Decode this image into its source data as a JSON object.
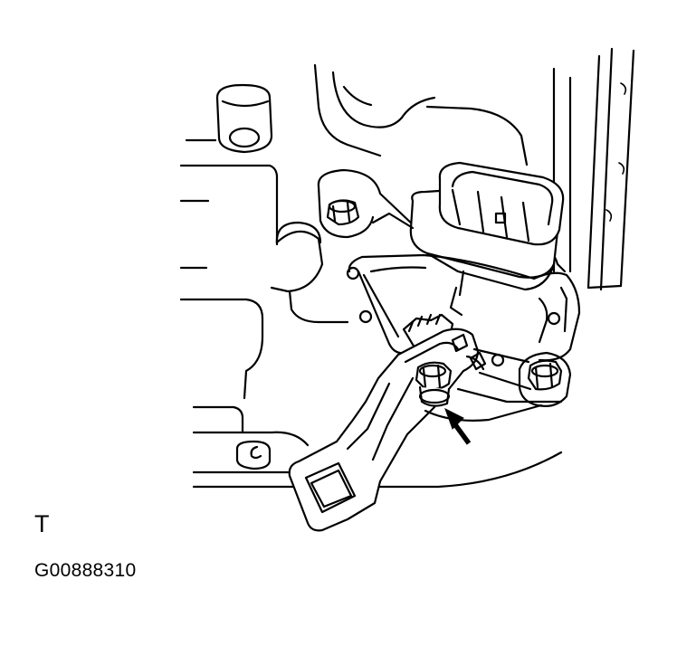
{
  "figure": {
    "view_code": "T",
    "figure_id": "G00888310"
  },
  "annotations": {
    "arrow_target": "bolt"
  },
  "colors": {
    "ink": "#000000",
    "paper": "#ffffff"
  }
}
